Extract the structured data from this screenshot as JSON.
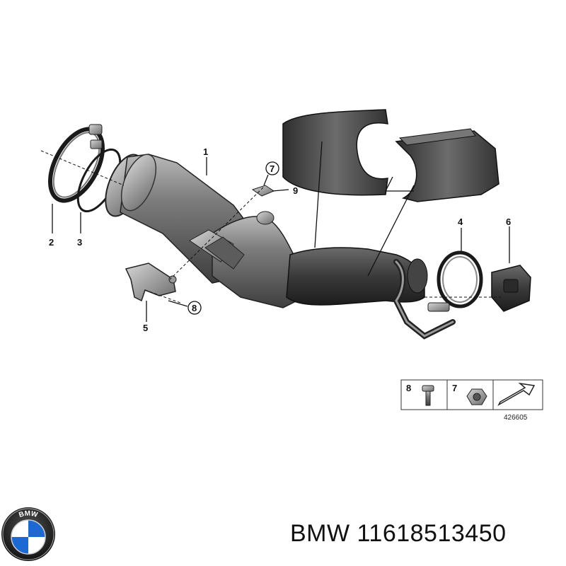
{
  "callouts": {
    "c1": "1",
    "c2": "2",
    "c3": "3",
    "c4": "4",
    "c5": "5",
    "c6": "6",
    "c7": "7",
    "c8": "8",
    "c9": "9"
  },
  "legend": {
    "item_a": "8",
    "item_b": "7",
    "diagram_number": "426605"
  },
  "brand": {
    "logo_letters": "BMW",
    "caption": "BMW 11618513450"
  }
}
